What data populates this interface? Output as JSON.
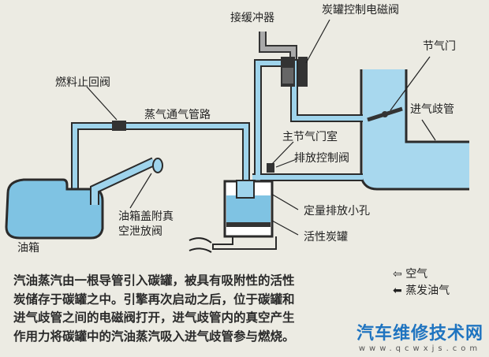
{
  "labels": {
    "buffer": "接缓冲器",
    "solenoid": "炭罐控制电磁阀",
    "throttle": "节气门",
    "check_valve": "燃料止回阀",
    "vapor_line": "蒸气通气管路",
    "intake_manifold": "进气歧管",
    "throttle_chamber": "主节气门室",
    "purge_valve": "排放控制阀",
    "orifice": "定量排放小孔",
    "canister": "活性炭罐",
    "cap_valve_line1": "油箱盖附真",
    "cap_valve_line2": "空泄放阀",
    "tank": "油箱"
  },
  "description": [
    "汽油蒸汽由一根导管引入碳罐，被具有吸附性的活性",
    "炭储存于碳罐之中。引擎再次启动之后，位于碳罐和",
    "进气歧管之间的电磁阀打开，进气歧管内的真空产生",
    "作用力将碳罐中的汽油蒸汽吸入进气歧管参与燃烧。"
  ],
  "legend": [
    {
      "icon": "hollow-arrow-left",
      "label": "空气"
    },
    {
      "icon": "solid-arrow-left",
      "label": "蒸发油气"
    }
  ],
  "watermark": {
    "title": "汽车维修技术网",
    "url": "www.qcwxjs.com"
  },
  "colors": {
    "pipe": "#9fd4ec",
    "outline": "#2b2b2b",
    "background": "#ecebe3",
    "watermark": "#1f74c0"
  }
}
